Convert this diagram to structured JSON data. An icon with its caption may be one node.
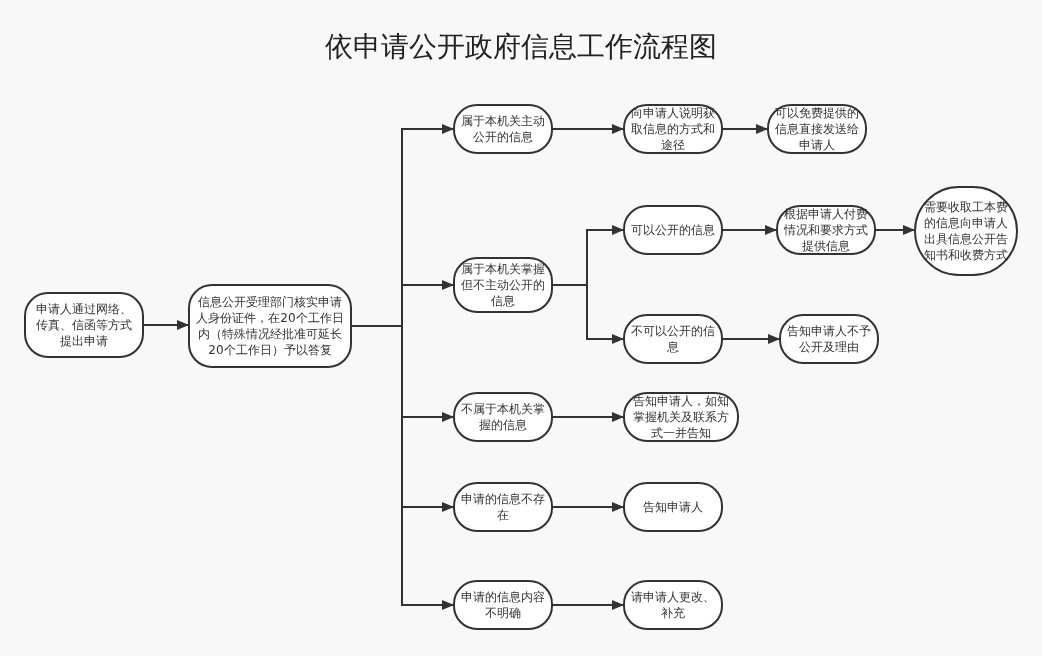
{
  "diagram": {
    "title": "依申请公开政府信息工作流程图",
    "nodes": [
      {
        "text": [
          "申请人通过网络、传真、信函等方式提出申请"
        ]
      },
      {
        "text": [
          "信息公开受理部门核实申请人身份证件，在20个工作日内（特殊情况经批准可延长20个工作日）予以答复"
        ]
      },
      {
        "text": [
          "属于本机关主动公开的信息"
        ]
      },
      {
        "text": [
          "向申请人说明获取信息的方式和途径"
        ]
      },
      {
        "text": [
          "可以免费提供的信息直接发送给申请人"
        ]
      },
      {
        "text": [
          "属于本机关掌握但不主动公开的信息"
        ]
      },
      {
        "text": [
          "可以公开的信息"
        ]
      },
      {
        "text": [
          "根据申请人付费情况和要求方式提供信息"
        ]
      },
      {
        "text": [
          "需要收取工本费的信息向申请人出具信息公开告知书和收费方式"
        ]
      },
      {
        "text": [
          "不可以公开的信息"
        ]
      },
      {
        "text": [
          "告知申请人不予公开及理由"
        ]
      },
      {
        "text": [
          "不属于本机关掌握的信息"
        ]
      },
      {
        "text": [
          "告知申请人，如知掌握机关及联系方式一并告知"
        ]
      },
      {
        "text": [
          "申请的信息不存在"
        ]
      },
      {
        "text": [
          "告知申请人"
        ]
      },
      {
        "text": [
          "申请的信息内容不明确"
        ]
      },
      {
        "text": [
          "请申请人更改、补充"
        ]
      }
    ],
    "edges": [
      {
        "from": 0,
        "to": 1,
        "arrow": "to"
      },
      {
        "from": 1,
        "to": 2,
        "arrow": "to"
      },
      {
        "from": 1,
        "to": 5,
        "arrow": "to"
      },
      {
        "from": 1,
        "to": 11,
        "arrow": "to"
      },
      {
        "from": 1,
        "to": 13,
        "arrow": "to"
      },
      {
        "from": 1,
        "to": 15,
        "arrow": "to"
      },
      {
        "from": 2,
        "to": 3,
        "arrow": "to"
      },
      {
        "from": 3,
        "to": 4,
        "arrow": "to"
      },
      {
        "from": 5,
        "to": 6,
        "arrow": "to"
      },
      {
        "from": 5,
        "to": 9,
        "arrow": "to"
      },
      {
        "from": 6,
        "to": 7,
        "arrow": "to"
      },
      {
        "from": 7,
        "to": 8,
        "arrow": "to"
      },
      {
        "from": 9,
        "to": 10,
        "arrow": "to"
      },
      {
        "from": 11,
        "to": 12,
        "arrow": "to"
      },
      {
        "from": 13,
        "to": 14,
        "arrow": "to"
      },
      {
        "from": 15,
        "to": 16,
        "arrow": "to"
      }
    ]
  }
}
